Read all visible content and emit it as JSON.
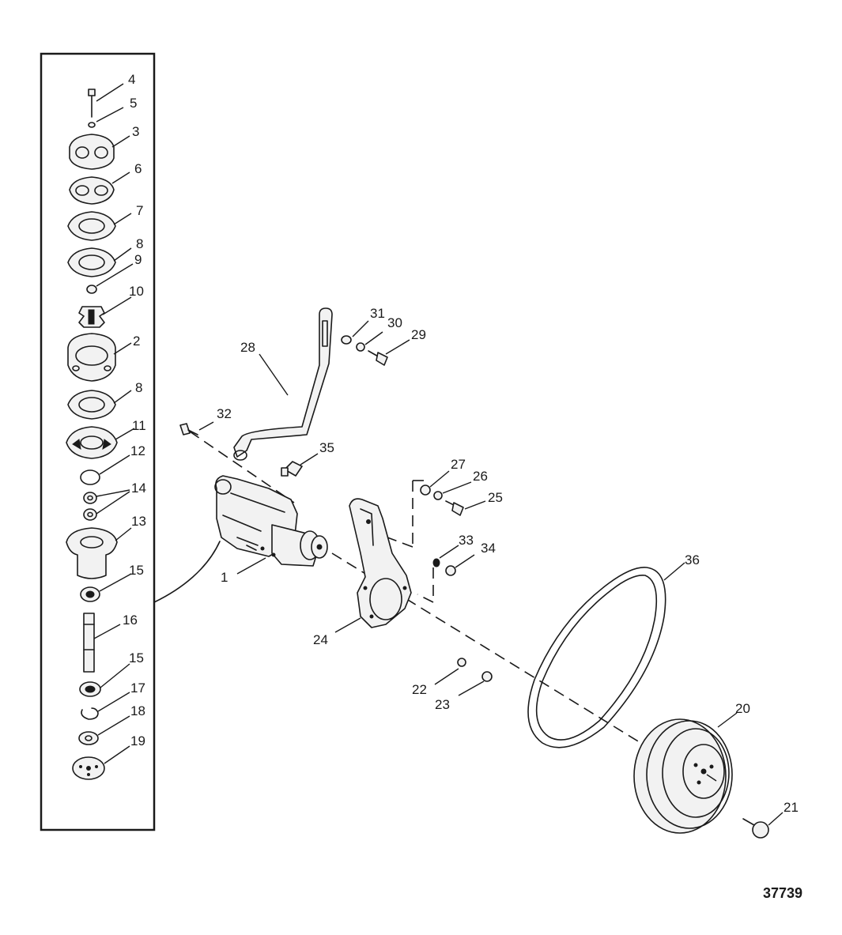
{
  "figure_number": "37739",
  "callouts": {
    "c4": "4",
    "c5": "5",
    "c3": "3",
    "c6": "6",
    "c7": "7",
    "c8a": "8",
    "c9": "9",
    "c10": "10",
    "c2": "2",
    "c8b": "8",
    "c11": "11",
    "c12": "12",
    "c14": "14",
    "c13": "13",
    "c15a": "15",
    "c16": "16",
    "c15b": "15",
    "c17": "17",
    "c18": "18",
    "c19": "19",
    "c28": "28",
    "c31": "31",
    "c30": "30",
    "c29": "29",
    "c32": "32",
    "c35": "35",
    "c27": "27",
    "c26": "26",
    "c25": "25",
    "c33": "33",
    "c34": "34",
    "c1": "1",
    "c24": "24",
    "c36": "36",
    "c22": "22",
    "c23": "23",
    "c20": "20",
    "c21": "21"
  }
}
